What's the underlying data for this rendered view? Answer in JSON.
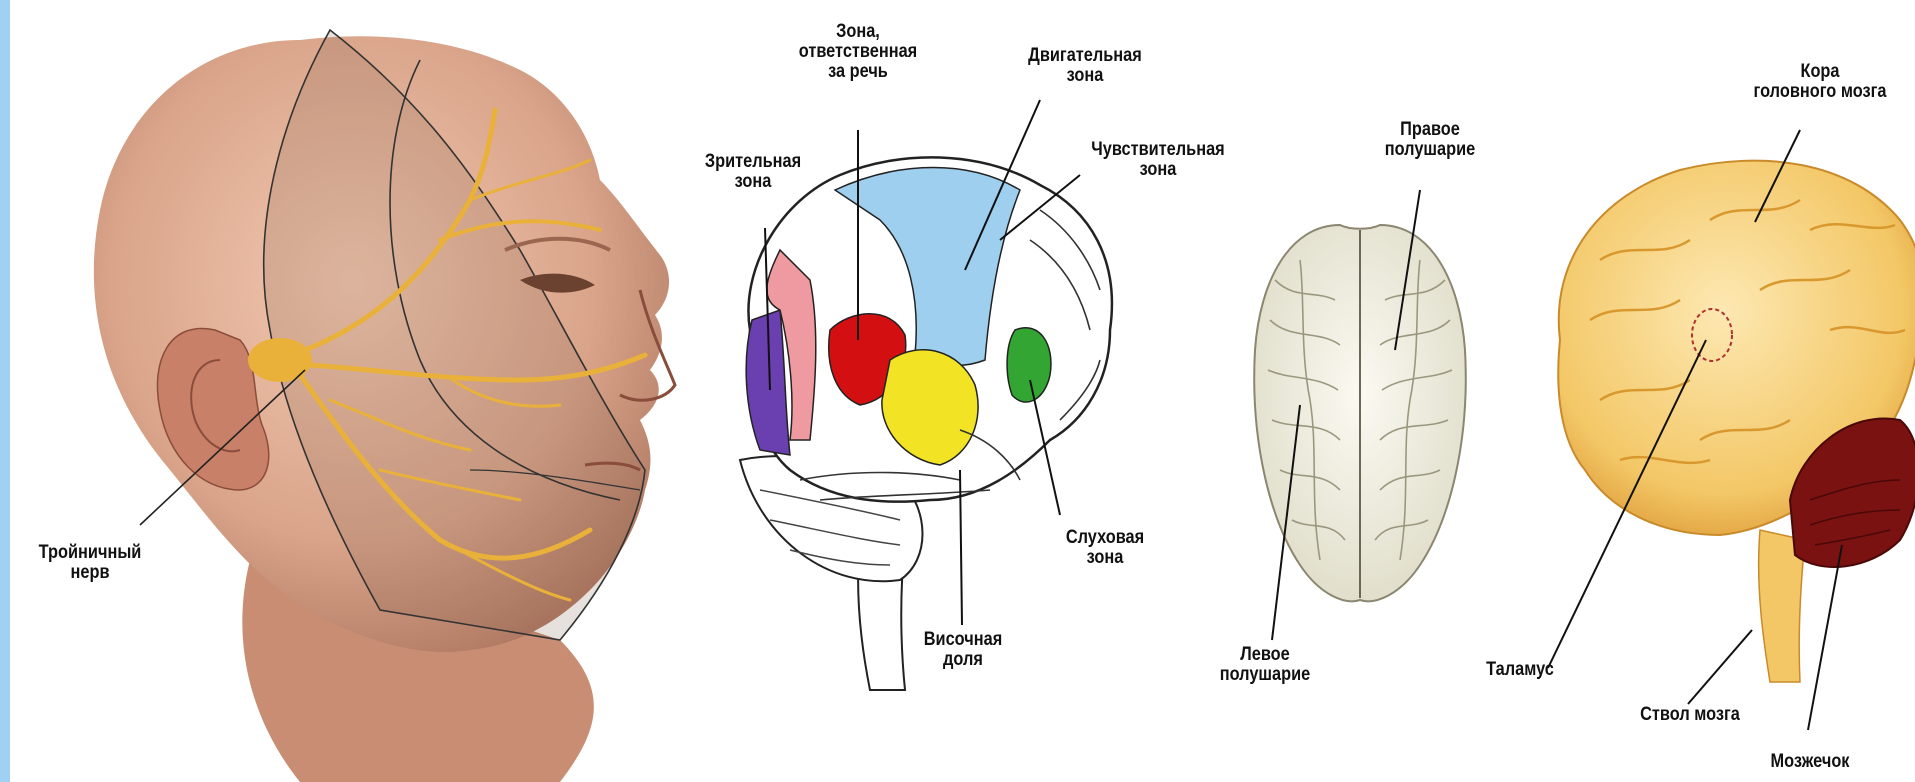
{
  "labels": {
    "trigeminal": [
      "Тройничный",
      "нерв"
    ],
    "speech_zone": [
      "Зона,",
      "ответственная",
      "за речь"
    ],
    "motor_zone": [
      "Двигательная",
      "зона"
    ],
    "visual_zone": [
      "Зрительная",
      "зона"
    ],
    "sensory_zone": [
      "Чувствительная",
      "зона"
    ],
    "auditory_zone": [
      "Слуховая",
      "зона"
    ],
    "temporal_lobe": [
      "Височная",
      "доля"
    ],
    "right_hemisphere": [
      "Правое",
      "полушарие"
    ],
    "left_hemisphere": [
      "Левое",
      "полушарие"
    ],
    "cortex": [
      "Кора",
      "головного мозга"
    ],
    "thalamus": [
      "Таламус"
    ],
    "brainstem": [
      "Ствол мозга"
    ],
    "cerebellum": [
      "Мозжечок"
    ]
  },
  "colors": {
    "left_strip": "#9fd2f2",
    "visual": "#6a3fb0",
    "pink": "#ef9aa0",
    "speech": "#d40f12",
    "motor": "#9fcfee",
    "temporal": "#f2e325",
    "auditory": "#33a532",
    "nerve": "#e9b13a",
    "cerebellum": "#7a1212"
  }
}
